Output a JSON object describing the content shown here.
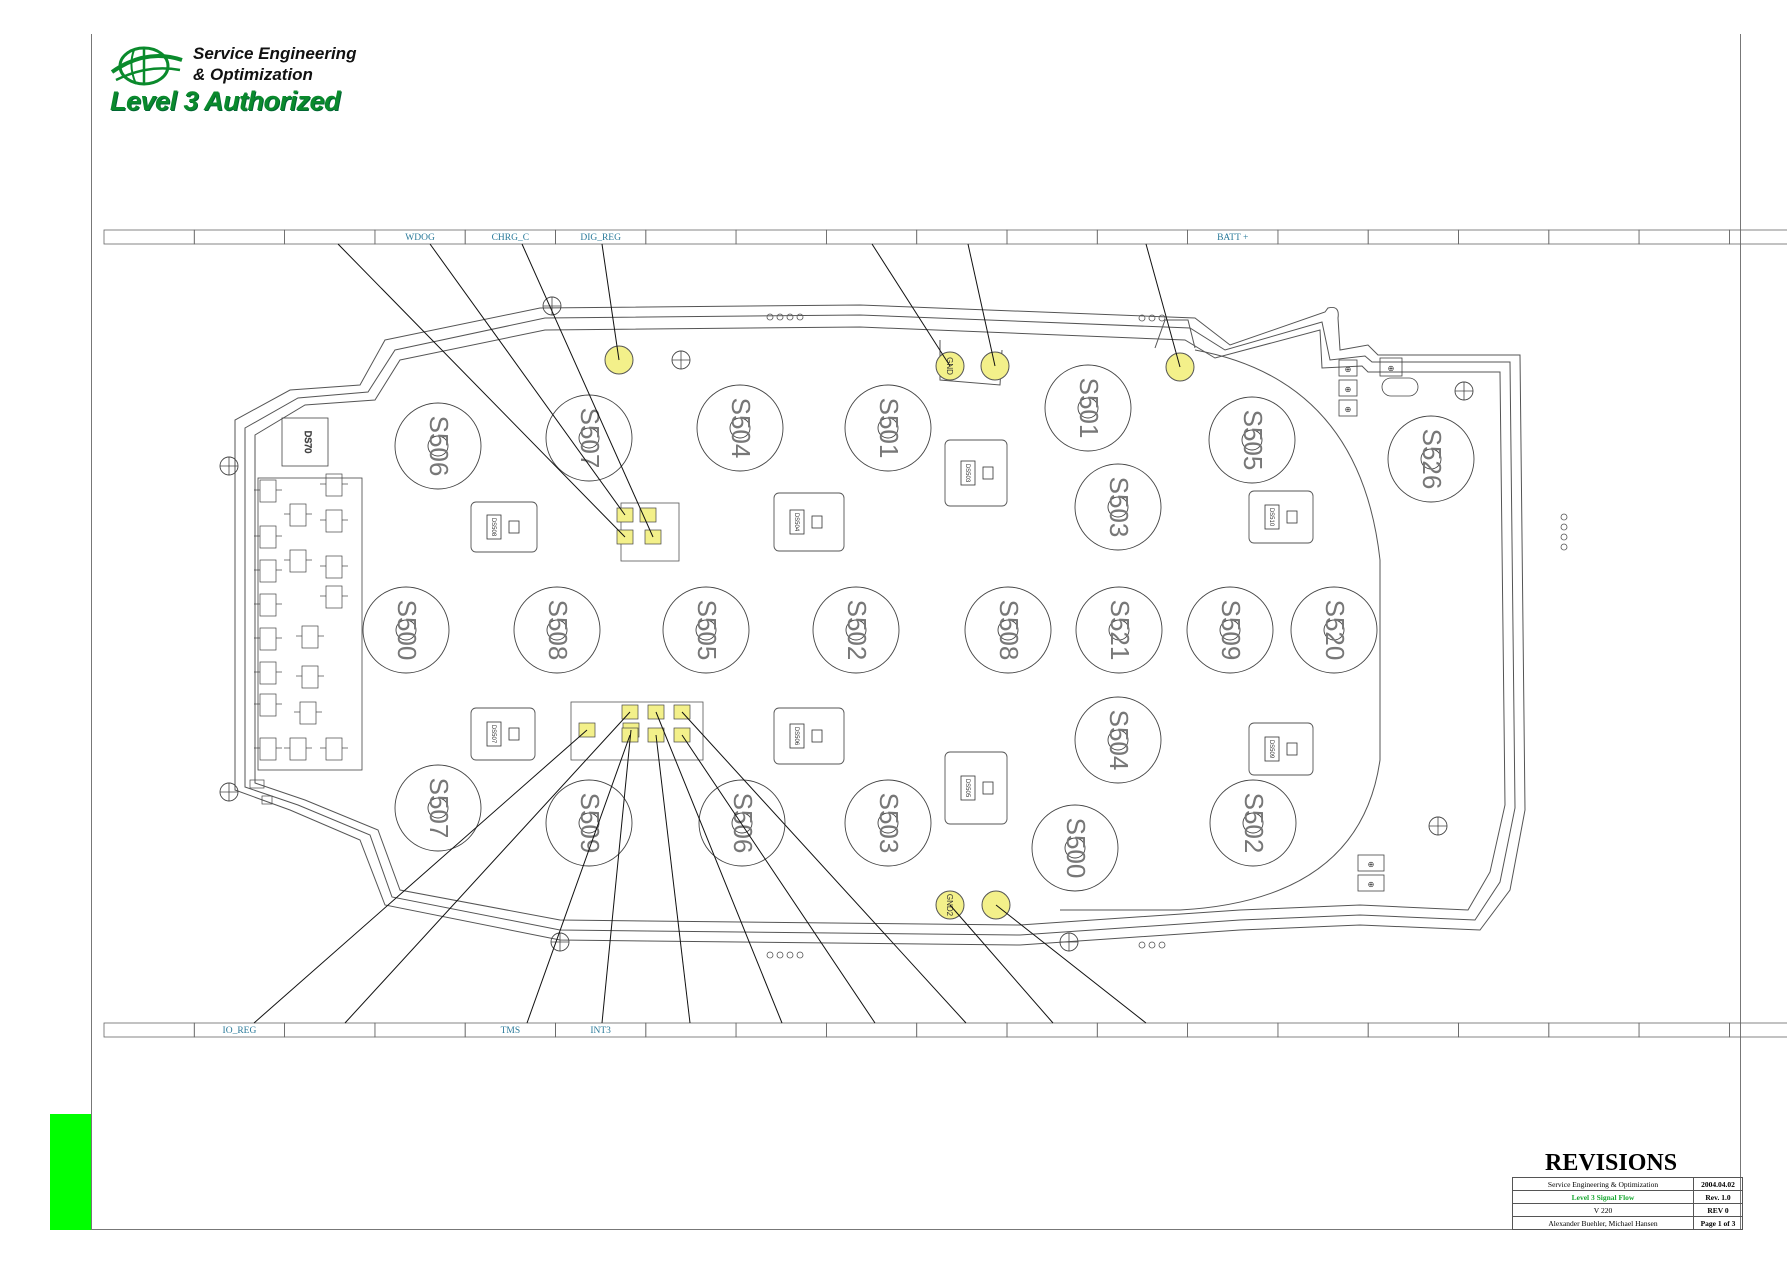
{
  "header": {
    "company_line1": "Service Engineering",
    "company_line2": "& Optimization",
    "authorized": "Level 3 Authorized"
  },
  "top_strip": {
    "labels": [
      "",
      "",
      "",
      "WDOG",
      "CHRG_C",
      "DIG_REG",
      "",
      "",
      "",
      "",
      "",
      "",
      "BATT +",
      "",
      "",
      "",
      "",
      "",
      ""
    ]
  },
  "bottom_strip": {
    "labels": [
      "",
      "IO_REG",
      "",
      "",
      "TMS",
      "INT3",
      "",
      "",
      "",
      "",
      "",
      "",
      "",
      "",
      "",
      "",
      "",
      "",
      ""
    ]
  },
  "board": {
    "switches": [
      "S506",
      "S507",
      "S504",
      "S501",
      "S501",
      "S503",
      "S505",
      "S526",
      "S500",
      "S508",
      "S505",
      "S502",
      "S508",
      "S521",
      "S509",
      "S520",
      "S504",
      "S507",
      "S509",
      "S506",
      "S503",
      "S500",
      "S502"
    ],
    "test_points": [
      "GND",
      "GND2",
      "DIG_REG"
    ],
    "components": [
      "DS70",
      "DS503",
      "DS508",
      "DS504",
      "DS510",
      "DS507",
      "DS506",
      "DS505",
      "DS509"
    ]
  },
  "revisions": {
    "title": "REVISIONS",
    "rows": [
      {
        "main": "Service Engineering & Optimization",
        "side": "2004.04.02"
      },
      {
        "main": "Level 3 Signal Flow",
        "side": "Rev. 1.0"
      },
      {
        "main": "V 220",
        "side": "REV 0"
      },
      {
        "main": "Alexander Buehler, Michael Hansen",
        "side": "Page 1 of 3"
      }
    ]
  },
  "colors": {
    "accent_green": "#0a8a2c",
    "tab_green": "#00ff00",
    "test_point_yellow": "#f3f08a",
    "label_teal": "#2a7a9a"
  }
}
